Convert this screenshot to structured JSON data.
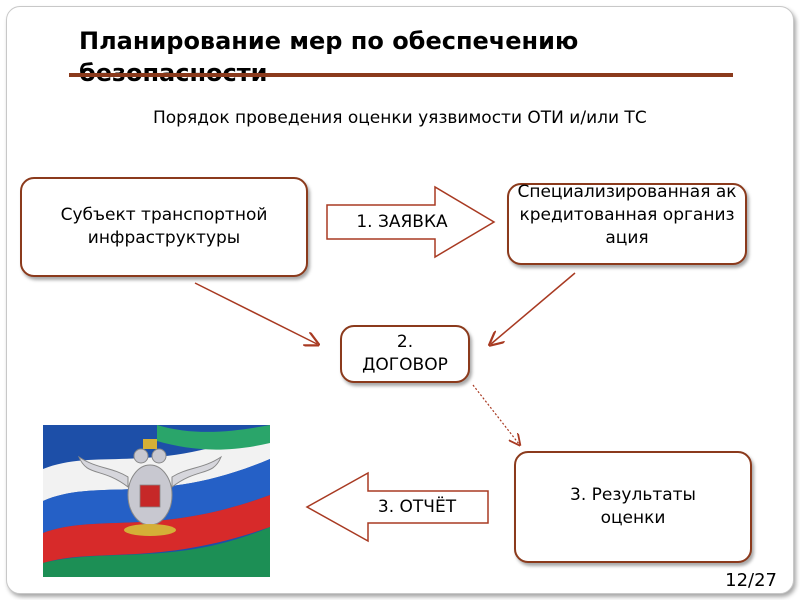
{
  "slide": {
    "title": "Планирование мер по обеспечению безопасности",
    "subtitle": "Порядок проведения оценки уязвимости ОТИ и/или ТС",
    "box_subject": "Субъект транспортной инфраструктуры",
    "box_org": "Специализированная аккредитованная организация",
    "box_contract": "2. ДОГОВОР",
    "box_results": "3. Результаты оценки",
    "arrow_request": "1. ЗАЯВКА",
    "arrow_report": "3. ОТЧЁТ",
    "page_number": "12/27",
    "image_emblem": "transport-ministry-emblem-flag",
    "colors": {
      "accent": "#8b3a1c",
      "connector": "#a83a22"
    }
  }
}
